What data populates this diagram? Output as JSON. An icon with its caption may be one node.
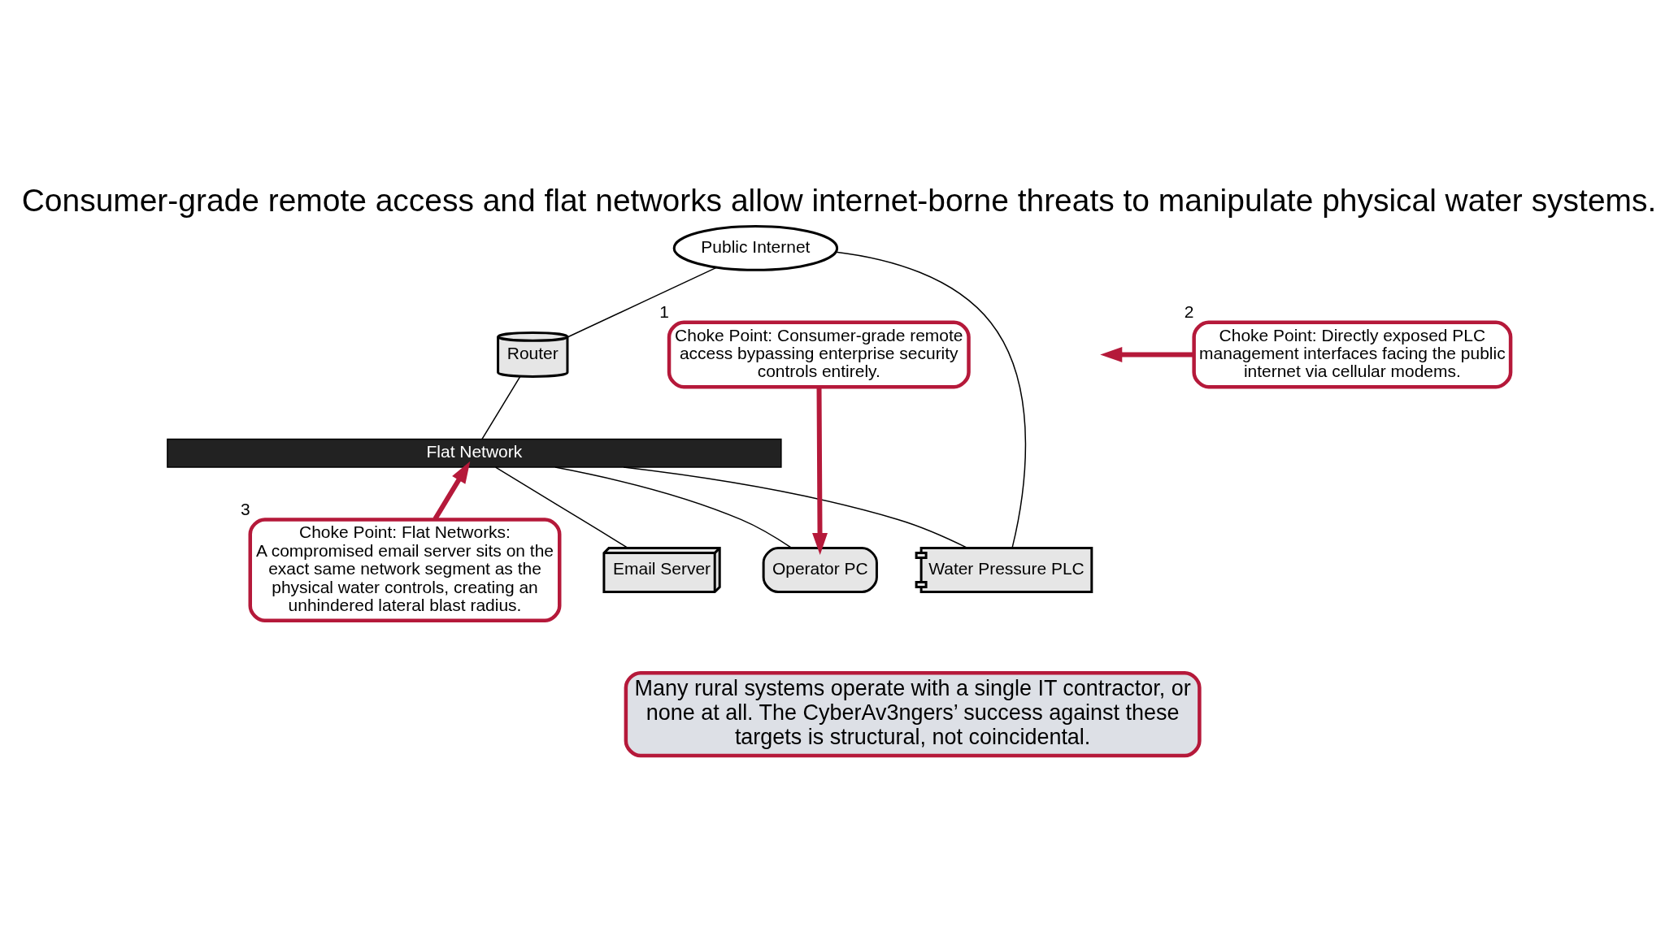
{
  "diagram": {
    "title": "Consumer-grade remote access and flat networks allow internet-borne threats to manipulate physical water systems.",
    "nodes": [
      {
        "text": [
          "Public Internet"
        ]
      },
      {
        "text": [
          "Router"
        ]
      },
      {
        "text": [
          "Flat Network"
        ]
      },
      {
        "text": [
          "Email Server"
        ]
      },
      {
        "text": [
          "Operator PC"
        ]
      },
      {
        "text": [
          "Water Pressure PLC"
        ]
      },
      {
        "text": [
          "Choke Point: Consumer-grade remote access bypassing enterprise security controls entirely."
        ],
        "beside": [
          "1"
        ]
      },
      {
        "text": [
          "Choke Point: Directly exposed PLC management interfaces facing the public internet via cellular modems."
        ],
        "beside": [
          "2"
        ]
      },
      {
        "text": [
          "Choke Point: Flat Networks:",
          "A compromised email server sits on the exact same network segment as the physical water controls, creating an unhindered lateral blast radius."
        ],
        "beside": [
          "3"
        ]
      },
      {
        "text": [
          "Many rural systems operate with a single IT contractor, or none at all. The CyberAv3ngers’ success against these targets is structural, not coincidental."
        ]
      }
    ],
    "edges": [
      {
        "from": 0,
        "to": 1,
        "arrow": "none"
      },
      {
        "from": 1,
        "to": 2,
        "arrow": "none"
      },
      {
        "from": 2,
        "to": 3,
        "arrow": "none"
      },
      {
        "from": 2,
        "to": 4,
        "arrow": "none"
      },
      {
        "from": 2,
        "to": 5,
        "arrow": "none"
      },
      {
        "from": 0,
        "to": 5,
        "arrow": "none"
      },
      {
        "from": 6,
        "to": 4,
        "arrow": "to",
        "style": "thick",
        "color": "#b5193a"
      },
      {
        "from": 7,
        "to": null,
        "arrow": "to",
        "style": "thick",
        "color": "#b5193a"
      },
      {
        "from": 8,
        "to": 2,
        "arrow": "to",
        "style": "thick",
        "color": "#b5193a"
      }
    ]
  }
}
